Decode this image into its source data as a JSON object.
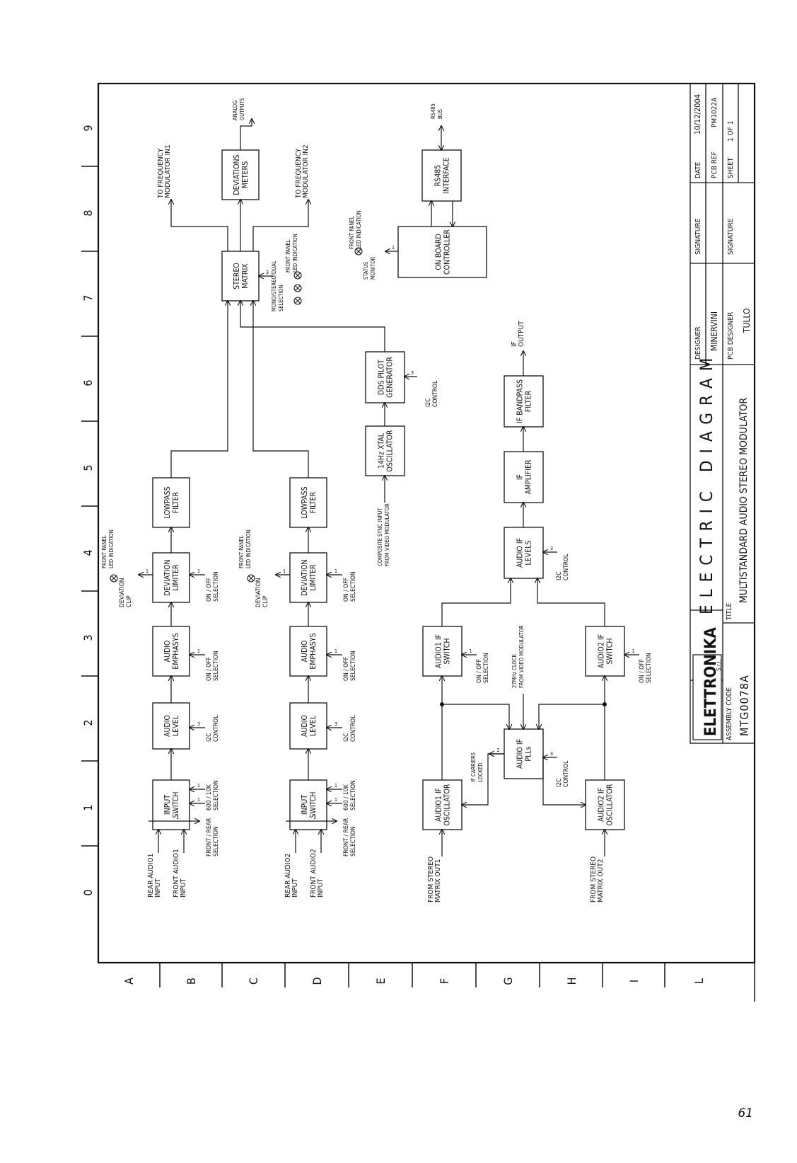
{
  "page_number": "61",
  "grid": {
    "cols": [
      "0",
      "1",
      "2",
      "3",
      "4",
      "5",
      "6",
      "7",
      "8",
      "9"
    ],
    "rows": [
      "A",
      "B",
      "C",
      "D",
      "E",
      "F",
      "G",
      "H",
      "I",
      "L"
    ]
  },
  "title_block": {
    "logo": "ELETTRONIKA",
    "logo_sub": "S.r.l.",
    "heading": "ELECTRIC DIAGRAM",
    "assembly_label": "ASSEMBLY CODE",
    "assembly_code": "MTG0078A",
    "title_label": "TITLE",
    "title": "MULTISTANDARD AUDIO STEREO MODULATOR",
    "designer_label": "DESIGNER",
    "designer": "MINERVINI",
    "pcb_designer_label": "PCB DESIGNER",
    "pcb_designer": "TULLO",
    "signature_label": "SIGNATURE",
    "date_label": "DATE",
    "date": "10/12/2004",
    "pcb_ref_label": "PCB REF",
    "pcb_ref": "PM1022A",
    "sheet_label": "SHEET",
    "sheet": "1 OF 1"
  },
  "blocks": {
    "input_switch_1": [
      "INPUT",
      "SWITCH"
    ],
    "audio_level_1": [
      "AUDIO",
      "LEVEL"
    ],
    "audio_emphasis_1": [
      "AUDIO",
      "EMPHASYS"
    ],
    "deviation_limiter_1": [
      "DEVIATION",
      "LIMITER"
    ],
    "lowpass_1": [
      "LOWPASS",
      "FILTER"
    ],
    "input_switch_2": [
      "INPUT",
      "SWITCH"
    ],
    "audio_level_2": [
      "AUDIO",
      "LEVEL"
    ],
    "audio_emphasis_2": [
      "AUDIO",
      "EMPHASYS"
    ],
    "deviation_limiter_2": [
      "DEVIATION",
      "LIMITER"
    ],
    "lowpass_2": [
      "LOWPASS",
      "FILTER"
    ],
    "stereo_matrix": [
      "STEREO",
      "MATRIX"
    ],
    "deviations_meters": [
      "DEVIATIONS",
      "METERS"
    ],
    "xtal_osc": [
      "14Hz XTAL",
      "OSCILLATOR"
    ],
    "dds_pilot": [
      "DDS PILOT",
      "GENERATOR"
    ],
    "controller": [
      "ON BOARD",
      "CONTROLLER"
    ],
    "rs485": [
      "RS485",
      "INTERFACE"
    ],
    "if_osc_1": [
      "AUDIO1 IF",
      "OSCILLATOR"
    ],
    "if_switch_1": [
      "AUDIO1 IF",
      "SWITCH"
    ],
    "if_plls": [
      "AUDIO IF",
      "PLLs"
    ],
    "if_osc_2": [
      "AUDIO2 IF",
      "OSCILLATOR"
    ],
    "if_switch_2": [
      "AUDIO2 IF",
      "SWITCH"
    ],
    "if_levels": [
      "AUDIO IF",
      "LEVELS"
    ],
    "if_amplifier": [
      "IF",
      "AMPLIFIER"
    ],
    "if_bandpass": [
      "IF BANDPASS",
      "FILTER"
    ]
  },
  "labels": {
    "rear_audio1": [
      "REAR AUDIO1",
      "INPUT"
    ],
    "front_audio1": [
      "FRONT AUDIO1",
      "INPUT"
    ],
    "rear_audio2": [
      "REAR AUDIO2",
      "INPUT"
    ],
    "front_audio2": [
      "FRONT AUDIO2",
      "INPUT"
    ],
    "front_rear_sel_1": [
      "FRONT / REAR",
      "SELECTION"
    ],
    "front_rear_sel_2": [
      "FRONT / REAR",
      "SELECTION"
    ],
    "ohm_sel_1": [
      "600 / 10K",
      "SELECTION"
    ],
    "ohm_sel_2": [
      "600 / 10K",
      "SELECTION"
    ],
    "iic_1": [
      "I2C",
      "CONTROL"
    ],
    "iic_2": [
      "I2C",
      "CONTROL"
    ],
    "emph_onoff_1": [
      "ON / OFF",
      "SELECTION"
    ],
    "emph_onoff_2": [
      "ON / OFF",
      "SELECTION"
    ],
    "dev_onoff_1": [
      "ON / OFF",
      "SELECTION"
    ],
    "dev_onoff_2": [
      "ON / OFF",
      "SELECTION"
    ],
    "clip_1": [
      "DEVIATION",
      "CLIP"
    ],
    "clip_2": [
      "DEVIATION",
      "CLIP"
    ],
    "fp_led_1": [
      "FRONT PANEL",
      "LED INDICATION"
    ],
    "fp_led_2": [
      "FRONT PANEL",
      "LED INDICATION"
    ],
    "to_fm1": [
      "TO FREQUENCY",
      "MODULATOR IN1"
    ],
    "to_fm2": [
      "TO FREQUENCY",
      "MODULATOR IN2"
    ],
    "analog_outputs": [
      "ANALOG",
      "OUTPUTS"
    ],
    "mode_sel": [
      "MONO/STEREO/DUAL",
      "SELECTION"
    ],
    "fp_led_matrix": [
      "FRONT PANEL",
      "LED INDICATION"
    ],
    "composite_sync": [
      "COMPOSITE SYNC INPUT",
      "FROM VIDEO MODULATOR"
    ],
    "iic_dds": [
      "I2C",
      "CONTROL"
    ],
    "status_monitor": [
      "STATUS",
      "MONITOR"
    ],
    "fp_led_ctrl": [
      "FRONT PANEL",
      "LED INDICATION"
    ],
    "rs485_bus": [
      "RS485",
      "BUS"
    ],
    "from_matrix_1": [
      "FROM STEREO",
      "MATRIX OUT1"
    ],
    "from_matrix_2": [
      "FROM STEREO",
      "MATRIX OUT2"
    ],
    "carriers_locked": [
      "IF CARRIERS",
      "LOCKED"
    ],
    "iic_pll": [
      "I2C",
      "CONTROL"
    ],
    "clock_27": [
      "27MHz CLOCK",
      "FROM VIDEO MODULATOR"
    ],
    "ifsw_onoff_1": [
      "ON / OFF",
      "SELECTION"
    ],
    "ifsw_onoff_2": [
      "ON / OFF",
      "SELECTION"
    ],
    "iic_levels": [
      "I2C",
      "CONTROL"
    ],
    "if_output": [
      "IF",
      "OUTPUT"
    ]
  }
}
